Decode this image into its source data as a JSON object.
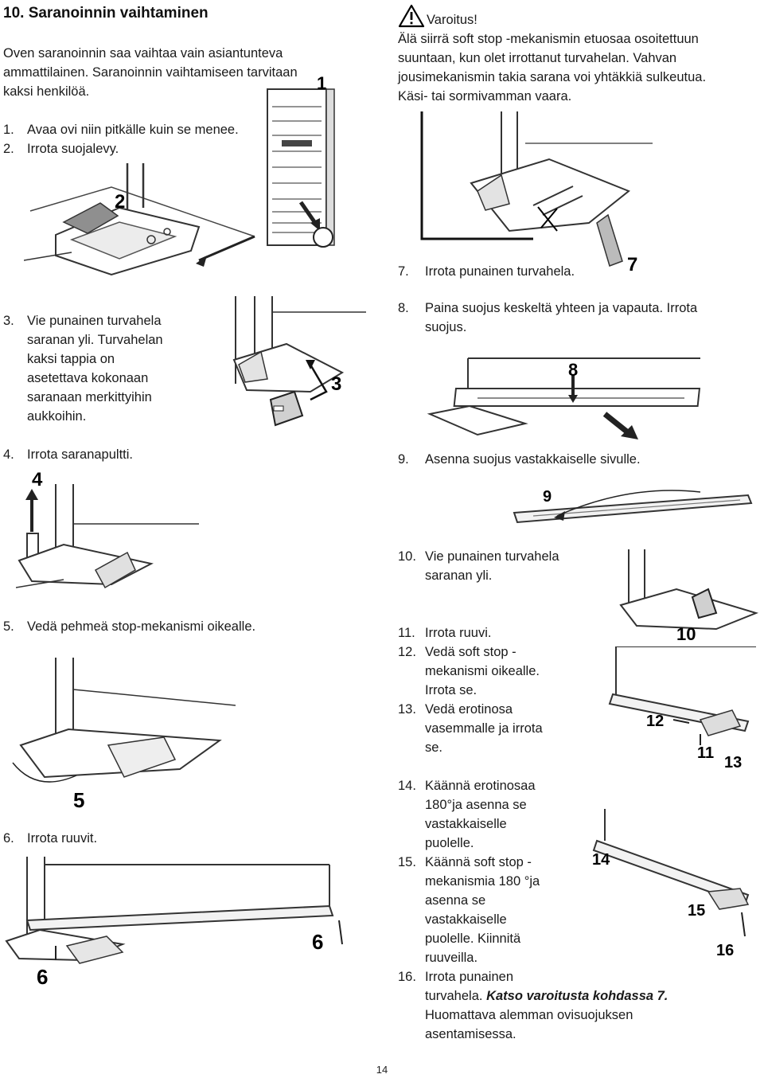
{
  "section": {
    "title": "10. Saranoinnin vaihtaminen"
  },
  "intro": {
    "lines": [
      "Oven saranoinnin saa vaihtaa vain asiantunteva",
      "ammattilainen. Saranoinnin vaihtamiseen tarvitaan",
      "kaksi henkilöä."
    ]
  },
  "warning": {
    "heading": "Varoitus!",
    "lines": [
      "Älä siirrä soft stop -mekanismin etuosaa osoitettuun",
      "suuntaan, kun olet irrottanut turvahelan.  Vahvan",
      "jousimekanismin takia sarana voi yhtäkkiä sulkeutua.",
      "Käsi- tai sormivamman vaara."
    ]
  },
  "steps": {
    "s1": {
      "num": "1.",
      "text": "Avaa ovi niin pitkälle kuin se menee."
    },
    "s2": {
      "num": "2.",
      "text": "Irrota suojalevy."
    },
    "s3": {
      "num": "3.",
      "lines": [
        "Vie punainen turvahela",
        "saranan yli. Turvahelan",
        "kaksi tappia on",
        "asetettava kokonaan",
        "saranaan merkittyihin",
        "aukkoihin."
      ]
    },
    "s4": {
      "num": "4.",
      "text": "Irrota saranapultti."
    },
    "s5": {
      "num": "5.",
      "text": "Vedä pehmeä stop-mekanismi oikealle."
    },
    "s6": {
      "num": "6.",
      "text": "Irrota ruuvit."
    },
    "s7": {
      "num": "7.",
      "text": "Irrota punainen turvahela."
    },
    "s8": {
      "num": "8.",
      "lines": [
        "Paina suojus keskeltä yhteen ja vapauta. Irrota",
        "suojus."
      ]
    },
    "s9": {
      "num": "9.",
      "text": "Asenna suojus vastakkaiselle sivulle."
    },
    "s10": {
      "num": "10.",
      "lines": [
        "Vie punainen turvahela",
        "saranan yli."
      ]
    },
    "s11": {
      "num": "11.",
      "text": "Irrota ruuvi."
    },
    "s12": {
      "num": "12.",
      "lines": [
        "Vedä soft stop -",
        "mekanismi oikealle.",
        "Irrota se."
      ]
    },
    "s13": {
      "num": "13.",
      "lines": [
        "Vedä erotinosa",
        "vasemmalle ja irrota",
        "se."
      ]
    },
    "s14": {
      "num": "14.",
      "lines": [
        "Käännä erotinosaa",
        "180°ja asenna se",
        "vastakkaiselle",
        "puolelle."
      ]
    },
    "s15": {
      "num": "15.",
      "lines": [
        "Käännä soft stop -",
        "mekanismia 180 °ja",
        "asenna se",
        "vastakkaiselle",
        "puolelle. Kiinnitä",
        "ruuveilla."
      ]
    },
    "s16": {
      "num": "16.",
      "lines": [
        "Irrota punainen",
        "turvahela."
      ],
      "emph": "Katso varoitusta kohdassa 7.",
      "tail": [
        "Huomattava alemman ovisuojuksen",
        "asentamisessa."
      ]
    }
  },
  "figure_labels": {
    "f1": "1",
    "f2": "2",
    "f3": "3",
    "f4": "4",
    "f5": "5",
    "f6a": "6",
    "f6b": "6",
    "f7": "7",
    "f8": "8",
    "f9": "9",
    "f10": "10",
    "f11": "11",
    "f12": "12",
    "f13": "13",
    "f14": "14",
    "f15": "15",
    "f16": "16"
  },
  "page_number": "14"
}
